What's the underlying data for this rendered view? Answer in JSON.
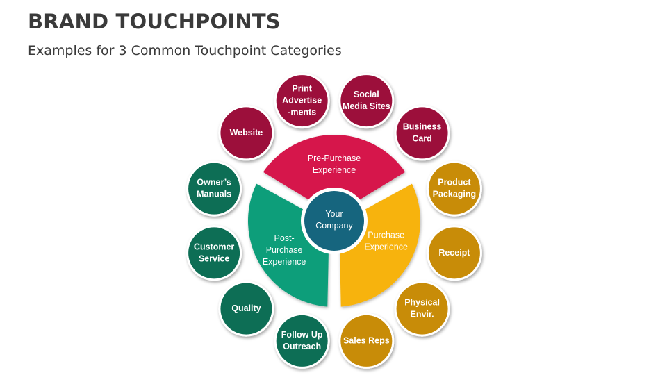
{
  "header": {
    "title": "BRAND TOUCHPOINTS",
    "subtitle": "Examples for 3 Common Touchpoint Categories"
  },
  "center": {
    "label": [
      "Your",
      "Company"
    ]
  },
  "colors": {
    "pre_purchase": "#D6174B",
    "purchase": "#F7B30E",
    "post_purchase": "#0C9E7A",
    "center": "#16657E",
    "pre_bubble": "#9C0F3B",
    "purchase_bubble": "#C88C08",
    "post_bubble": "#0D6E55"
  },
  "categories": [
    {
      "id": "pre_purchase",
      "label": [
        "Pre-Purchase",
        "Experience"
      ]
    },
    {
      "id": "purchase",
      "label": [
        "Purchase",
        "Experience"
      ]
    },
    {
      "id": "post_purchase",
      "label": [
        "Post-",
        "Purchase",
        "Experience"
      ]
    }
  ],
  "touchpoints": [
    {
      "label": [
        "Print",
        "Advertise",
        "-ments"
      ],
      "category": "pre_purchase"
    },
    {
      "label": [
        "Social",
        "Media Sites"
      ],
      "category": "pre_purchase"
    },
    {
      "label": [
        "Business",
        "Card"
      ],
      "category": "pre_purchase"
    },
    {
      "label": [
        "Product",
        "Packaging"
      ],
      "category": "purchase"
    },
    {
      "label": [
        "Receipt"
      ],
      "category": "purchase"
    },
    {
      "label": [
        "Physical",
        "Envir."
      ],
      "category": "purchase"
    },
    {
      "label": [
        "Sales Reps"
      ],
      "category": "purchase"
    },
    {
      "label": [
        "Follow Up",
        "Outreach"
      ],
      "category": "post_purchase"
    },
    {
      "label": [
        "Quality"
      ],
      "category": "post_purchase"
    },
    {
      "label": [
        "Customer",
        "Service"
      ],
      "category": "post_purchase"
    },
    {
      "label": [
        "Owner’s",
        "Manuals"
      ],
      "category": "post_purchase"
    },
    {
      "label": [
        "Website"
      ],
      "category": "pre_purchase"
    }
  ]
}
